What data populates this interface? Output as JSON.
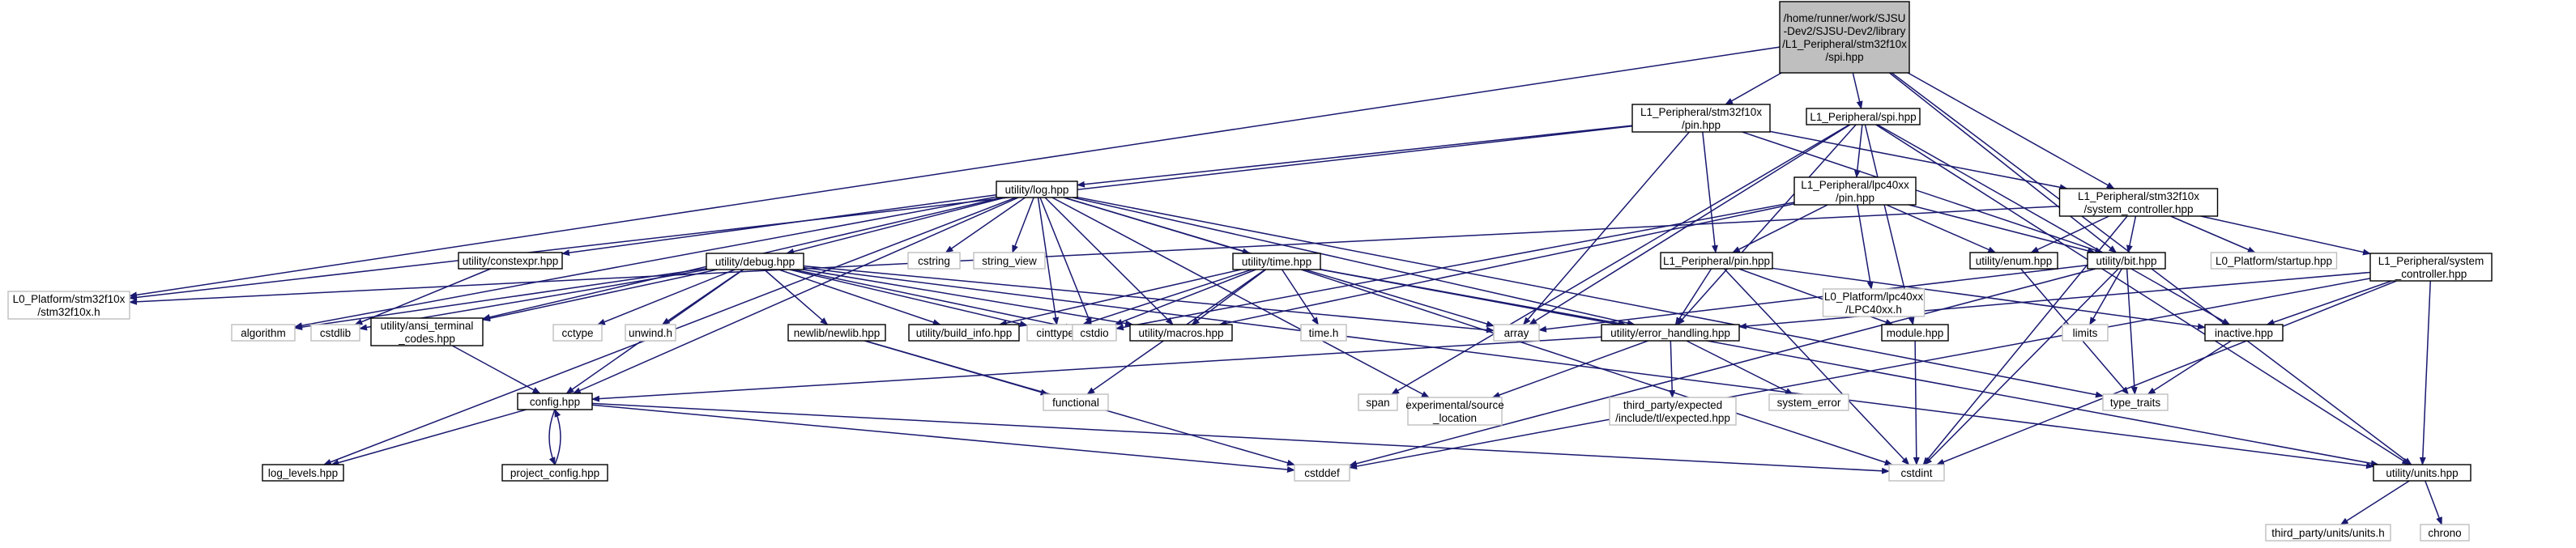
{
  "graph": {
    "colors": {
      "edge": "#191970",
      "root_fill": "#bfbfbf",
      "linked_border": "#000000",
      "external_border": "#bfbfbf",
      "node_fill": "#ffffff"
    },
    "nodes": [
      {
        "id": "root",
        "lines": [
          "/home/runner/work/SJSU",
          "-Dev2/SJSU-Dev2/library",
          "/L1_Peripheral/stm32f10x",
          "/spi.hpp"
        ],
        "kind": "root"
      },
      {
        "id": "stm32_pin",
        "lines": [
          "L1_Peripheral/stm32f10x",
          "/pin.hpp"
        ],
        "kind": "linked"
      },
      {
        "id": "l1_spi",
        "lines": [
          "L1_Peripheral/spi.hpp"
        ],
        "kind": "linked"
      },
      {
        "id": "stm32_sysctl",
        "lines": [
          "L1_Peripheral/stm32f10x",
          "/system_controller.hpp"
        ],
        "kind": "linked"
      },
      {
        "id": "l0_stm32h",
        "lines": [
          "L0_Platform/stm32f10x",
          "/stm32f10x.h"
        ],
        "kind": "external"
      },
      {
        "id": "log",
        "lines": [
          "utility/log.hpp"
        ],
        "kind": "linked"
      },
      {
        "id": "lpc_pin",
        "lines": [
          "L1_Peripheral/lpc40xx",
          "/pin.hpp"
        ],
        "kind": "linked"
      },
      {
        "id": "constexpr",
        "lines": [
          "utility/constexpr.hpp"
        ],
        "kind": "linked"
      },
      {
        "id": "debug",
        "lines": [
          "utility/debug.hpp"
        ],
        "kind": "linked"
      },
      {
        "id": "cstring",
        "lines": [
          "cstring"
        ],
        "kind": "external"
      },
      {
        "id": "string_view",
        "lines": [
          "string_view"
        ],
        "kind": "external"
      },
      {
        "id": "time",
        "lines": [
          "utility/time.hpp"
        ],
        "kind": "linked"
      },
      {
        "id": "l1_pin",
        "lines": [
          "L1_Peripheral/pin.hpp"
        ],
        "kind": "linked"
      },
      {
        "id": "l0_lpc",
        "lines": [
          "L0_Platform/lpc40xx",
          "/LPC40xx.h"
        ],
        "kind": "external"
      },
      {
        "id": "enum",
        "lines": [
          "utility/enum.hpp"
        ],
        "kind": "linked"
      },
      {
        "id": "bit",
        "lines": [
          "utility/bit.hpp"
        ],
        "kind": "linked"
      },
      {
        "id": "l0_startup",
        "lines": [
          "L0_Platform/startup.hpp"
        ],
        "kind": "external"
      },
      {
        "id": "l1_sysctl",
        "lines": [
          "L1_Peripheral/system",
          "_controller.hpp"
        ],
        "kind": "linked"
      },
      {
        "id": "algorithm",
        "lines": [
          "algorithm"
        ],
        "kind": "external"
      },
      {
        "id": "cstdlib",
        "lines": [
          "cstdlib"
        ],
        "kind": "external"
      },
      {
        "id": "ansi",
        "lines": [
          "utility/ansi_terminal",
          "_codes.hpp"
        ],
        "kind": "linked"
      },
      {
        "id": "cctype",
        "lines": [
          "cctype"
        ],
        "kind": "external"
      },
      {
        "id": "unwind",
        "lines": [
          "unwind.h"
        ],
        "kind": "external"
      },
      {
        "id": "newlib",
        "lines": [
          "newlib/newlib.hpp"
        ],
        "kind": "linked"
      },
      {
        "id": "build_info",
        "lines": [
          "utility/build_info.hpp"
        ],
        "kind": "linked"
      },
      {
        "id": "cinttypes",
        "lines": [
          "cinttypes"
        ],
        "kind": "external"
      },
      {
        "id": "cstdio",
        "lines": [
          "cstdio"
        ],
        "kind": "external"
      },
      {
        "id": "macros",
        "lines": [
          "utility/macros.hpp"
        ],
        "kind": "linked"
      },
      {
        "id": "time_h",
        "lines": [
          "time.h"
        ],
        "kind": "external"
      },
      {
        "id": "array",
        "lines": [
          "array"
        ],
        "kind": "external"
      },
      {
        "id": "error_handling",
        "lines": [
          "utility/error_handling.hpp"
        ],
        "kind": "linked"
      },
      {
        "id": "module",
        "lines": [
          "module.hpp"
        ],
        "kind": "linked"
      },
      {
        "id": "limits",
        "lines": [
          "limits"
        ],
        "kind": "external"
      },
      {
        "id": "inactive",
        "lines": [
          "inactive.hpp"
        ],
        "kind": "linked"
      },
      {
        "id": "config",
        "lines": [
          "config.hpp"
        ],
        "kind": "linked"
      },
      {
        "id": "functional",
        "lines": [
          "functional"
        ],
        "kind": "external"
      },
      {
        "id": "span",
        "lines": [
          "span"
        ],
        "kind": "external"
      },
      {
        "id": "exp_source",
        "lines": [
          "experimental/source",
          "_location"
        ],
        "kind": "external"
      },
      {
        "id": "tl_expected",
        "lines": [
          "third_party/expected",
          "/include/tl/expected.hpp"
        ],
        "kind": "external"
      },
      {
        "id": "system_error",
        "lines": [
          "system_error"
        ],
        "kind": "external"
      },
      {
        "id": "type_traits",
        "lines": [
          "type_traits"
        ],
        "kind": "external"
      },
      {
        "id": "log_levels",
        "lines": [
          "log_levels.hpp"
        ],
        "kind": "linked"
      },
      {
        "id": "project_config",
        "lines": [
          "project_config.hpp"
        ],
        "kind": "linked"
      },
      {
        "id": "cstddef",
        "lines": [
          "cstddef"
        ],
        "kind": "external"
      },
      {
        "id": "cstdint",
        "lines": [
          "cstdint"
        ],
        "kind": "external"
      },
      {
        "id": "units",
        "lines": [
          "utility/units.hpp"
        ],
        "kind": "linked"
      },
      {
        "id": "units_h",
        "lines": [
          "third_party/units/units.h"
        ],
        "kind": "external"
      },
      {
        "id": "chrono",
        "lines": [
          "chrono"
        ],
        "kind": "external"
      }
    ],
    "edges": [
      [
        "root",
        "stm32_pin"
      ],
      [
        "root",
        "l1_spi"
      ],
      [
        "root",
        "stm32_sysctl"
      ],
      [
        "root",
        "l0_stm32h"
      ],
      [
        "root",
        "bit"
      ],
      [
        "root",
        "units"
      ],
      [
        "stm32_pin",
        "log"
      ],
      [
        "stm32_pin",
        "l1_pin"
      ],
      [
        "stm32_pin",
        "stm32_sysctl"
      ],
      [
        "stm32_pin",
        "bit"
      ],
      [
        "stm32_pin",
        "l0_stm32h"
      ],
      [
        "stm32_pin",
        "array"
      ],
      [
        "l1_spi",
        "lpc_pin"
      ],
      [
        "l1_spi",
        "error_handling"
      ],
      [
        "l1_spi",
        "module"
      ],
      [
        "l1_spi",
        "span"
      ],
      [
        "l1_spi",
        "array"
      ],
      [
        "l1_spi",
        "inactive"
      ],
      [
        "l1_spi",
        "units"
      ],
      [
        "stm32_sysctl",
        "l1_sysctl"
      ],
      [
        "stm32_sysctl",
        "bit"
      ],
      [
        "stm32_sysctl",
        "enum"
      ],
      [
        "stm32_sysctl",
        "l0_startup"
      ],
      [
        "stm32_sysctl",
        "l0_stm32h"
      ],
      [
        "stm32_sysctl",
        "cstdint"
      ],
      [
        "log",
        "constexpr"
      ],
      [
        "log",
        "debug"
      ],
      [
        "log",
        "cstring"
      ],
      [
        "log",
        "string_view"
      ],
      [
        "log",
        "time"
      ],
      [
        "log",
        "cstdio"
      ],
      [
        "log",
        "macros"
      ],
      [
        "log",
        "config"
      ],
      [
        "log",
        "log_levels"
      ],
      [
        "log",
        "ansi"
      ],
      [
        "log",
        "algorithm"
      ],
      [
        "log",
        "array"
      ],
      [
        "log",
        "type_traits"
      ],
      [
        "log",
        "exp_source"
      ],
      [
        "log",
        "cinttypes"
      ],
      [
        "log",
        "error_handling"
      ],
      [
        "lpc_pin",
        "l1_pin"
      ],
      [
        "lpc_pin",
        "l0_lpc"
      ],
      [
        "lpc_pin",
        "enum"
      ],
      [
        "lpc_pin",
        "bit"
      ],
      [
        "lpc_pin",
        "macros"
      ],
      [
        "lpc_pin",
        "cstdio"
      ],
      [
        "constexpr",
        "cstdlib"
      ],
      [
        "debug",
        "algorithm"
      ],
      [
        "debug",
        "cstdlib"
      ],
      [
        "debug",
        "ansi"
      ],
      [
        "debug",
        "cctype"
      ],
      [
        "debug",
        "unwind"
      ],
      [
        "debug",
        "newlib"
      ],
      [
        "debug",
        "build_info"
      ],
      [
        "debug",
        "cinttypes"
      ],
      [
        "debug",
        "cstdio"
      ],
      [
        "debug",
        "macros"
      ],
      [
        "debug",
        "array"
      ],
      [
        "debug",
        "config"
      ],
      [
        "debug",
        "units"
      ],
      [
        "time",
        "cinttypes"
      ],
      [
        "time",
        "cstdio"
      ],
      [
        "time",
        "macros"
      ],
      [
        "time",
        "time_h"
      ],
      [
        "time",
        "functional"
      ],
      [
        "time",
        "error_handling"
      ],
      [
        "time",
        "build_info"
      ],
      [
        "time",
        "units"
      ],
      [
        "time",
        "cstdint"
      ],
      [
        "l1_pin",
        "error_handling"
      ],
      [
        "l1_pin",
        "module"
      ],
      [
        "l1_pin",
        "inactive"
      ],
      [
        "l1_pin",
        "cstdint"
      ],
      [
        "enum",
        "type_traits"
      ],
      [
        "bit",
        "array"
      ],
      [
        "bit",
        "limits"
      ],
      [
        "bit",
        "type_traits"
      ],
      [
        "bit",
        "cstdint"
      ],
      [
        "bit",
        "cstddef"
      ],
      [
        "l1_sysctl",
        "error_handling"
      ],
      [
        "l1_sysctl",
        "inactive"
      ],
      [
        "l1_sysctl",
        "units"
      ],
      [
        "l1_sysctl",
        "cstdint"
      ],
      [
        "l1_sysctl",
        "cstddef"
      ],
      [
        "ansi",
        "config"
      ],
      [
        "newlib",
        "functional"
      ],
      [
        "newlib",
        "cstddef"
      ],
      [
        "error_handling",
        "config"
      ],
      [
        "error_handling",
        "exp_source"
      ],
      [
        "error_handling",
        "tl_expected"
      ],
      [
        "error_handling",
        "system_error"
      ],
      [
        "module",
        "cstdint"
      ],
      [
        "inactive",
        "type_traits"
      ],
      [
        "config",
        "log_levels"
      ],
      [
        "config",
        "project_config"
      ],
      [
        "config",
        "cstddef"
      ],
      [
        "config",
        "cstdint"
      ],
      [
        "project_config",
        "config"
      ],
      [
        "units",
        "units_h"
      ],
      [
        "units",
        "chrono"
      ]
    ]
  }
}
